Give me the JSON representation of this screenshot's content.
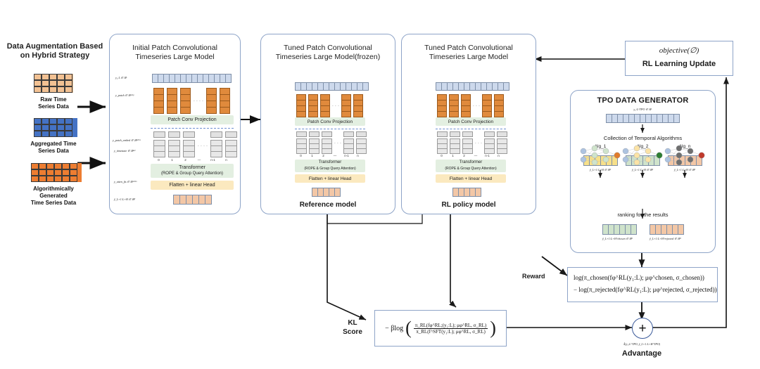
{
  "left_panel": {
    "title_line1": "Data Augmentation Based",
    "title_line2": "on Hybrid Strategy",
    "datasets": [
      {
        "name": "raw-time-series",
        "label_line1": "Raw Time",
        "label_line2": "Series Data",
        "color": "#f2c193",
        "rows": 3,
        "cols": 5
      },
      {
        "name": "aggregated-time-series",
        "label_line1": "Aggregated Time",
        "label_line2": "Series Data",
        "color": "#4472c4",
        "rows": 3,
        "cols": 5
      },
      {
        "name": "algorithmic-time-series",
        "label_line1": "Algorithmically",
        "label_line2": "Generated",
        "label_line3": "Time Series Data",
        "color": "#ed7d31",
        "rows": 3,
        "cols": 6
      }
    ]
  },
  "model_initial": {
    "title_line1": "Initial Patch Convolutional",
    "title_line2": "Timeseries Large Model",
    "eq_input": "y₁:L ∈ ℝᴸ",
    "eq_patch": "y_patch ∈ ℝⁿˣᴸᵖ",
    "eq_patch_embed": "y_patch_embed ∈ ℝⁿˣᴰᵐ",
    "eq_timestate": "y_timestate ∈ ℝⁿˣ¹",
    "eq_atten": "y_atten_fts ∈ ℝⁿˣᴰᵐ",
    "eq_output": "ŷ_L+1:L+H ∈ ℝᴴ",
    "band_proj": "Patch Conv Projection",
    "band_transformer_l1": "Transformer",
    "band_transformer_l2": "(ROPE  & Group Query Attention)",
    "band_head": "Flatten + linear Head",
    "token_indices": [
      "0",
      "1",
      "2",
      "—",
      "n-1",
      "n"
    ]
  },
  "model_frozen": {
    "title_line1": "Tuned Patch Convolutional",
    "title_line2": "Timeseries Large Model(frozen)",
    "band_proj": "Patch Conv Projection",
    "band_transformer_l1": "Transformer",
    "band_transformer_l2": "(ROPE  & Group Query Attention)",
    "band_head": "Flatten + linear Head",
    "caption": "Reference model",
    "token_indices": [
      "0",
      "1",
      "2",
      "—",
      "n-1",
      "n"
    ]
  },
  "model_policy": {
    "title_line1": "Tuned Patch Convolutional",
    "title_line2": "Timeseries Large Model",
    "band_proj": "Patch Conv Projection",
    "band_transformer_l1": "Transformer",
    "band_transformer_l2": "(ROPE  & Group Query Attention)",
    "band_head": "Flatten + linear Head",
    "caption": "RL policy model",
    "token_indices": [
      "0",
      "1",
      "2",
      "—",
      "n-1",
      "n"
    ]
  },
  "rl_update": {
    "objective": "objective(∅)",
    "title": "RL Learning Update"
  },
  "tpo": {
    "title": "TPO DATA GENERATOR",
    "eq_input": "y₁:L^TPO ∈ ℝᴸ",
    "collection_label": "Collection of Temporal Algorithms",
    "algorithms": [
      {
        "name": "Alg_1",
        "node_color": "#cfe3cb",
        "out_color": "#e07b2b",
        "vec_color": "#f7e08a"
      },
      {
        "name": "Alg_2",
        "node_color": "#fbe3a6",
        "out_color": "#2e7d32",
        "vec_color": "#cfe3cb"
      },
      {
        "name": "Alg_n",
        "node_color": "#6f6f6f",
        "out_color": "#c0392b",
        "vec_color": "#f3c7a6"
      }
    ],
    "alg_outputs": [
      "ŷ_L+1:L+H ∈ ℝᴴ",
      "ŷ_L+1:L+H ∈ ℝᴴ",
      "ŷ_L+1:L+H ∈ ℝᴴ"
    ],
    "ranking_label": "ranking for the results",
    "chosen_eq": "ŷ_L+1:L+H^chosen ∈ ℝᴴ",
    "rejected_eq": "ŷ_L+1:L+H^rejected ∈ ℝᴴ",
    "chosen_color": "#cfe3cb",
    "rejected_color": "#f3c7a6"
  },
  "reward": {
    "label": "Reward",
    "line1": "log(π_chosen(fφ^RL(y₁:L); μφ^chosen, σ_chosen))",
    "line2": "− log(π_rejected(fφ^RL(y₁:L); μφ^rejected, σ_rejected))"
  },
  "kl": {
    "label_line1": "KL",
    "label_line2": "Score",
    "prefix": "− βlog",
    "numerator": "π_RL(fφ^RL;(y₁:L); μφ^RL, σ_RL)",
    "denominator": "π_RL(f^SFT(y₁:L); μφ^RL, σ_RL)"
  },
  "advantage": {
    "symbol": "+",
    "equation": "Â(y₁:L^TPO, ŷ_L+1:L+H^TPO)",
    "label": "Advantage"
  },
  "colors": {
    "box_border": "#8ea4c8",
    "patch_orange": "#e08a3c",
    "seq_blue": "#cdd9ec",
    "band_green": "#e3efe1",
    "band_yellow": "#fbe9bf",
    "arrow": "#1a1a1a"
  }
}
